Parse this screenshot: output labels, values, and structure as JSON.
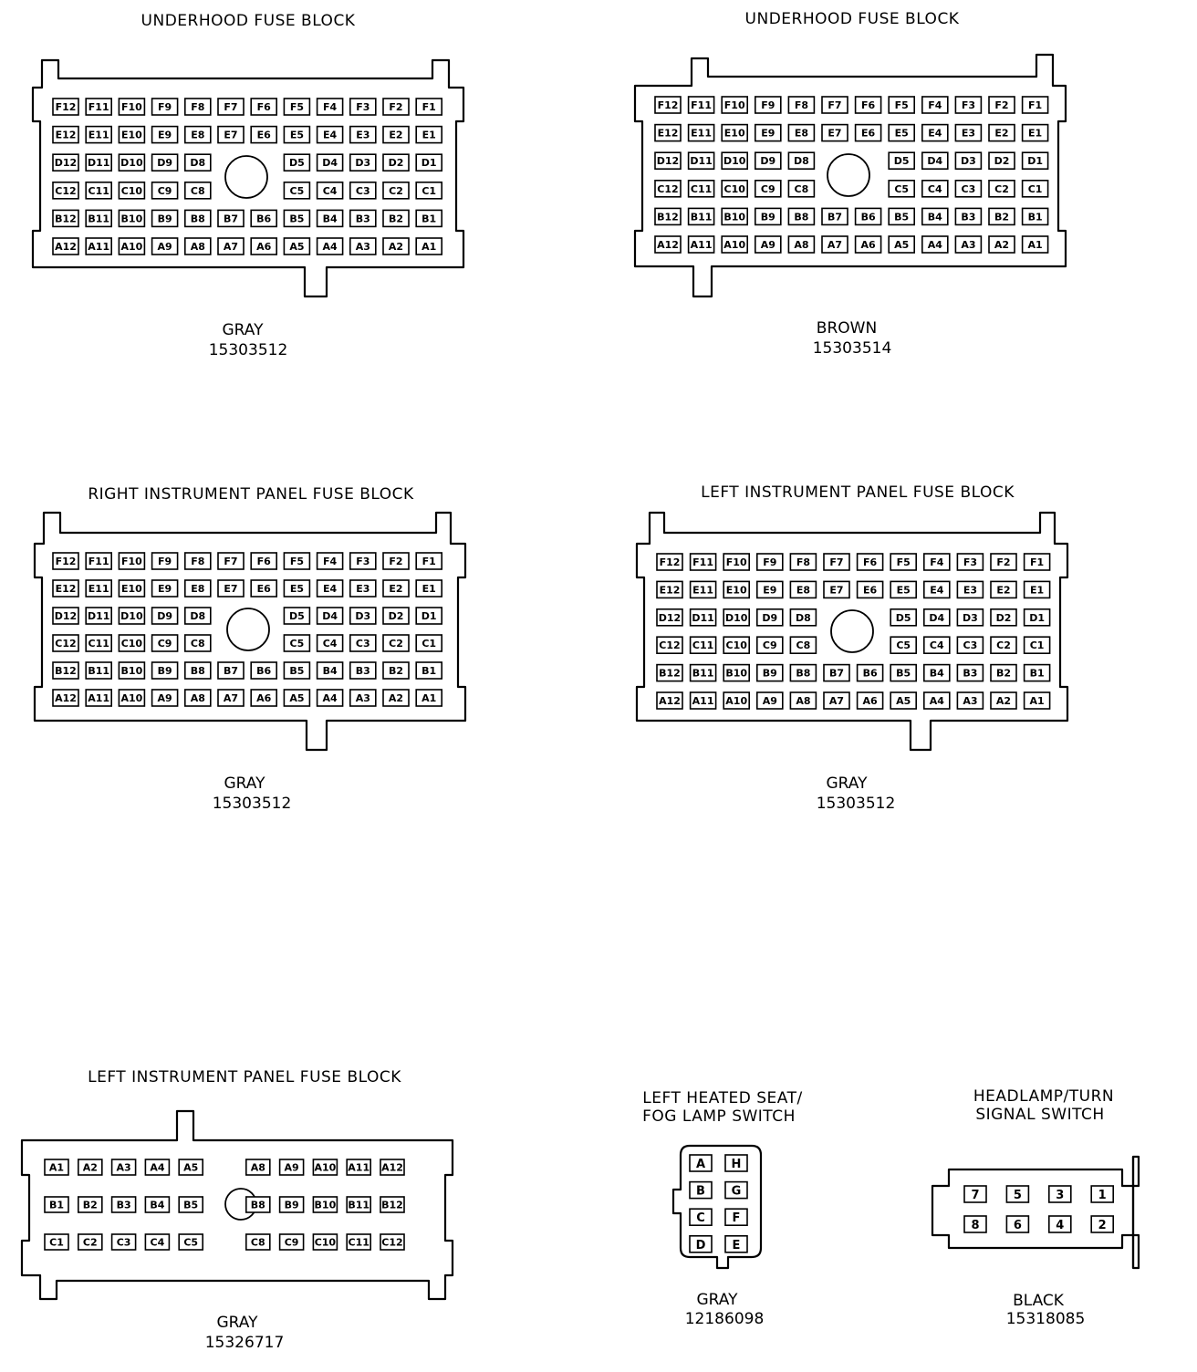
{
  "connectors": [
    {
      "id": "underhood-gray",
      "title": "UNDERHOOD FUSE BLOCK",
      "color": "GRAY",
      "part_number": "15303512",
      "rows": [
        [
          "F12",
          "F11",
          "F10",
          "F9",
          "F8",
          "F7",
          "F6",
          "F5",
          "F4",
          "F3",
          "F2",
          "F1"
        ],
        [
          "E12",
          "E11",
          "E10",
          "E9",
          "E8",
          "E7",
          "E6",
          "E5",
          "E4",
          "E3",
          "E2",
          "E1"
        ],
        [
          "D12",
          "D11",
          "D10",
          "D9",
          "D8",
          "",
          "",
          "D5",
          "D4",
          "D3",
          "D2",
          "D1"
        ],
        [
          "C12",
          "C11",
          "C10",
          "C9",
          "C8",
          "",
          "",
          "C5",
          "C4",
          "C3",
          "C2",
          "C1"
        ],
        [
          "B12",
          "B11",
          "B10",
          "B9",
          "B8",
          "B7",
          "B6",
          "B5",
          "B4",
          "B3",
          "B2",
          "B1"
        ],
        [
          "A12",
          "A11",
          "A10",
          "A9",
          "A8",
          "A7",
          "A6",
          "A5",
          "A4",
          "A3",
          "A2",
          "A1"
        ]
      ]
    },
    {
      "id": "underhood-brown",
      "title": "UNDERHOOD FUSE BLOCK",
      "color": "BROWN",
      "part_number": "15303514",
      "rows": [
        [
          "F12",
          "F11",
          "F10",
          "F9",
          "F8",
          "F7",
          "F6",
          "F5",
          "F4",
          "F3",
          "F2",
          "F1"
        ],
        [
          "E12",
          "E11",
          "E10",
          "E9",
          "E8",
          "E7",
          "E6",
          "E5",
          "E4",
          "E3",
          "E2",
          "E1"
        ],
        [
          "D12",
          "D11",
          "D10",
          "D9",
          "D8",
          "",
          "",
          "D5",
          "D4",
          "D3",
          "D2",
          "D1"
        ],
        [
          "C12",
          "C11",
          "C10",
          "C9",
          "C8",
          "",
          "",
          "C5",
          "C4",
          "C3",
          "C2",
          "C1"
        ],
        [
          "B12",
          "B11",
          "B10",
          "B9",
          "B8",
          "B7",
          "B6",
          "B5",
          "B4",
          "B3",
          "B2",
          "B1"
        ],
        [
          "A12",
          "A11",
          "A10",
          "A9",
          "A8",
          "A7",
          "A6",
          "A5",
          "A4",
          "A3",
          "A2",
          "A1"
        ]
      ]
    },
    {
      "id": "right-ip-gray",
      "title": "RIGHT INSTRUMENT PANEL FUSE BLOCK",
      "color": "GRAY",
      "part_number": "15303512",
      "rows": [
        [
          "F12",
          "F11",
          "F10",
          "F9",
          "F8",
          "F7",
          "F6",
          "F5",
          "F4",
          "F3",
          "F2",
          "F1"
        ],
        [
          "E12",
          "E11",
          "E10",
          "E9",
          "E8",
          "E7",
          "E6",
          "E5",
          "E4",
          "E3",
          "E2",
          "E1"
        ],
        [
          "D12",
          "D11",
          "D10",
          "D9",
          "D8",
          "",
          "",
          "D5",
          "D4",
          "D3",
          "D2",
          "D1"
        ],
        [
          "C12",
          "C11",
          "C10",
          "C9",
          "C8",
          "",
          "",
          "C5",
          "C4",
          "C3",
          "C2",
          "C1"
        ],
        [
          "B12",
          "B11",
          "B10",
          "B9",
          "B8",
          "B7",
          "B6",
          "B5",
          "B4",
          "B3",
          "B2",
          "B1"
        ],
        [
          "A12",
          "A11",
          "A10",
          "A9",
          "A8",
          "A7",
          "A6",
          "A5",
          "A4",
          "A3",
          "A2",
          "A1"
        ]
      ]
    },
    {
      "id": "left-ip-gray",
      "title": "LEFT INSTRUMENT PANEL FUSE BLOCK",
      "color": "GRAY",
      "part_number": "15303512",
      "rows": [
        [
          "F12",
          "F11",
          "F10",
          "F9",
          "F8",
          "F7",
          "F6",
          "F5",
          "F4",
          "F3",
          "F2",
          "F1"
        ],
        [
          "E12",
          "E11",
          "E10",
          "E9",
          "E8",
          "E7",
          "E6",
          "E5",
          "E4",
          "E3",
          "E2",
          "E1"
        ],
        [
          "D12",
          "D11",
          "D10",
          "D9",
          "D8",
          "",
          "",
          "D5",
          "D4",
          "D3",
          "D2",
          "D1"
        ],
        [
          "C12",
          "C11",
          "C10",
          "C9",
          "C8",
          "",
          "",
          "C5",
          "C4",
          "C3",
          "C2",
          "C1"
        ],
        [
          "B12",
          "B11",
          "B10",
          "B9",
          "B8",
          "B7",
          "B6",
          "B5",
          "B4",
          "B3",
          "B2",
          "B1"
        ],
        [
          "A12",
          "A11",
          "A10",
          "A9",
          "A8",
          "A7",
          "A6",
          "A5",
          "A4",
          "A3",
          "A2",
          "A1"
        ]
      ]
    },
    {
      "id": "left-ip-gray-2",
      "title": "LEFT INSTRUMENT PANEL FUSE BLOCK",
      "color": "GRAY",
      "part_number": "15326717",
      "rows": [
        [
          "A1",
          "A2",
          "A3",
          "A4",
          "A5",
          "",
          "A8",
          "A9",
          "A10",
          "A11",
          "A12"
        ],
        [
          "B1",
          "B2",
          "B3",
          "B4",
          "B5",
          "",
          "B8",
          "B9",
          "B10",
          "B11",
          "B12"
        ],
        [
          "C1",
          "C2",
          "C3",
          "C4",
          "C5",
          "",
          "C8",
          "C9",
          "C10",
          "C11",
          "C12"
        ]
      ]
    },
    {
      "id": "heated-seat-switch",
      "title_lines": [
        "LEFT HEATED SEAT/",
        "FOG LAMP SWITCH"
      ],
      "color": "GRAY",
      "part_number": "12186098",
      "rows": [
        [
          "A",
          "H"
        ],
        [
          "B",
          "G"
        ],
        [
          "C",
          "F"
        ],
        [
          "D",
          "E"
        ]
      ]
    },
    {
      "id": "headlamp-switch",
      "title_lines": [
        "HEADLAMP/TURN",
        "SIGNAL SWITCH"
      ],
      "color": "BLACK",
      "part_number": "15318085",
      "rows": [
        [
          "7",
          "5",
          "3",
          "1"
        ],
        [
          "8",
          "6",
          "4",
          "2"
        ]
      ]
    }
  ]
}
